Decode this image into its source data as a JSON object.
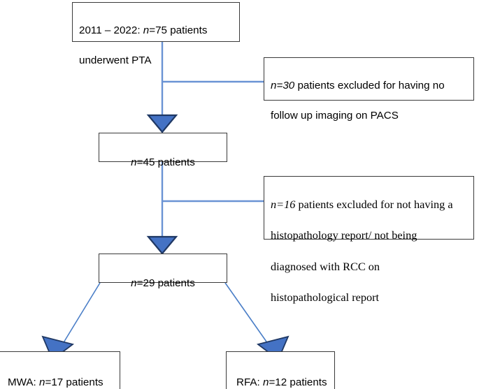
{
  "figure": {
    "type": "flowchart",
    "title": "Patient selection flow diagram",
    "colors": {
      "connector": "#6A93D4",
      "arrow_fill": "#4472C4",
      "arrow_stroke": "#1F3864",
      "box_border": "#3A3A3A",
      "text": "#000000",
      "background": "#FFFFFF"
    }
  },
  "nodes": {
    "enrolled": {
      "id": "enrolled",
      "label": "2011 – 2022: n=75 patients\nunderwent PTA",
      "line1_prefix": "2011 – 2022: ",
      "line1_italic": "n",
      "line1_suffix": "=75 patients",
      "line2": "underwent PTA",
      "count": 75,
      "align": "left",
      "font": "sans"
    },
    "excluded_1": {
      "id": "excluded-1",
      "label": "n=30 patients excluded for having no\nfollow up imaging on PACS",
      "italic": "n=30",
      "rest_line1": " patients excluded for having no",
      "line2": "follow up imaging on PACS",
      "count": 30,
      "align": "left",
      "font": "sans"
    },
    "after_1": {
      "id": "after-1",
      "label": "n=45 patients",
      "italic": "n",
      "rest": "=45 patients",
      "count": 45,
      "align": "center",
      "font": "sans"
    },
    "excluded_2": {
      "id": "excluded-2",
      "label": "n=16 patients excluded for not having a\nhistopathology report/ not being\ndiagnosed with RCC on\nhistopathological report",
      "italic": "n=16",
      "rest_line1": " patients excluded for not having a",
      "line2": "histopathology report/ not being",
      "line3": "diagnosed with RCC on",
      "line4": "histopathological report",
      "count": 16,
      "align": "left",
      "font": "serif"
    },
    "after_2": {
      "id": "after-2",
      "label": "n=29 patients",
      "italic": "n",
      "rest": "=29 patients",
      "count": 29,
      "align": "center",
      "font": "sans"
    },
    "mwa": {
      "id": "mwa",
      "label": "MWA: n=17 patients",
      "prefix": "MWA: ",
      "italic": "n",
      "rest": "=17 patients",
      "count": 17,
      "align": "left",
      "font": "sans"
    },
    "rfa": {
      "id": "rfa",
      "label": "RFA: n=12 patients",
      "prefix": "RFA: ",
      "italic": "n",
      "rest": "=12 patients",
      "count": 12,
      "align": "left",
      "font": "sans"
    }
  },
  "edges": [
    {
      "from": "enrolled",
      "to": "after_1",
      "kind": "vertical-arrow"
    },
    {
      "from": "enrolled",
      "to": "excluded_1",
      "kind": "branch-right"
    },
    {
      "from": "after_1",
      "to": "after_2",
      "kind": "vertical-arrow"
    },
    {
      "from": "after_1",
      "to": "excluded_2",
      "kind": "branch-right"
    },
    {
      "from": "after_2",
      "to": "mwa",
      "kind": "diagonal-arrow-left"
    },
    {
      "from": "after_2",
      "to": "rfa",
      "kind": "diagonal-arrow-right"
    }
  ]
}
